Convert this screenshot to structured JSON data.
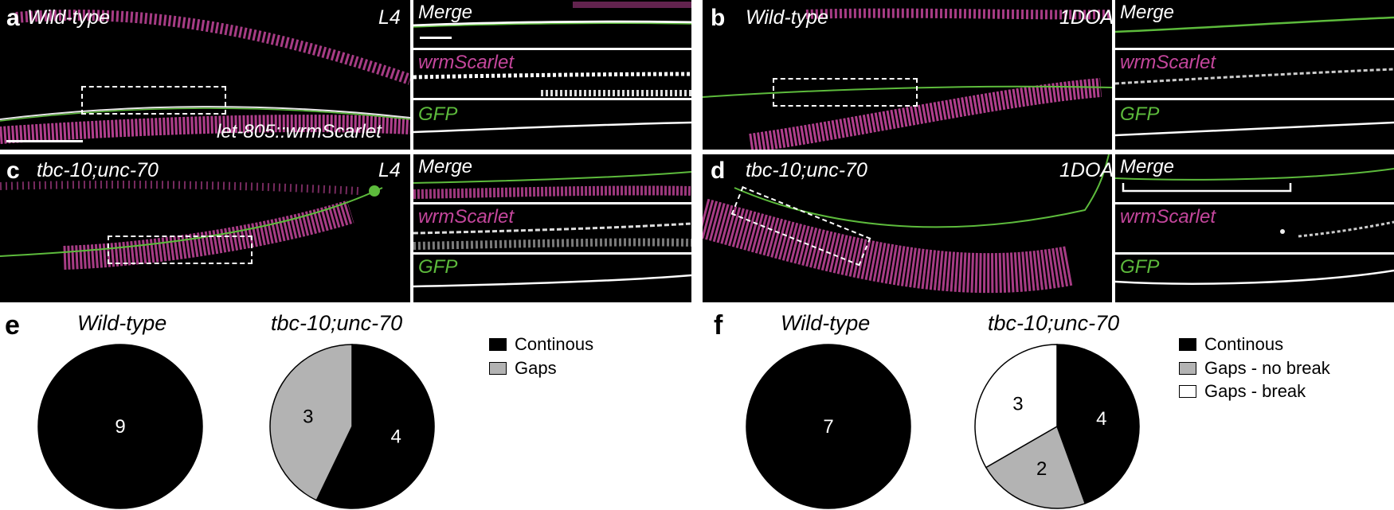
{
  "colors": {
    "magenta": "#c4469c",
    "green": "#5dbb3c",
    "gray": "#b3b3b3",
    "black": "#000000",
    "white": "#ffffff"
  },
  "panel_a": {
    "letter": "a",
    "genotype": "Wild-type",
    "stage": "L4",
    "allele": "let-805::wrmScarlet"
  },
  "panel_b": {
    "letter": "b",
    "genotype": "Wild-type",
    "stage": "1DOA"
  },
  "panel_c": {
    "letter": "c",
    "genotype": "tbc-10;unc-70",
    "stage": "L4"
  },
  "panel_d": {
    "letter": "d",
    "genotype": "tbc-10;unc-70",
    "stage": "1DOA"
  },
  "channels": {
    "merge": "Merge",
    "scarlet": "wrmScarlet",
    "gfp": "GFP"
  },
  "panel_e": {
    "letter": "e",
    "legend": [
      "Continous",
      "Gaps"
    ],
    "pies": [
      {
        "title": "Wild-type",
        "slices": [
          {
            "category": "Continous",
            "value": 9,
            "color": "#000000"
          }
        ]
      },
      {
        "title": "tbc-10;unc-70",
        "slices": [
          {
            "category": "Continous",
            "value": 4,
            "color": "#000000"
          },
          {
            "category": "Gaps",
            "value": 3,
            "color": "#b3b3b3"
          }
        ]
      }
    ]
  },
  "panel_f": {
    "letter": "f",
    "legend": [
      "Continous",
      "Gaps - no break",
      "Gaps - break"
    ],
    "pies": [
      {
        "title": "Wild-type",
        "slices": [
          {
            "category": "Continous",
            "value": 7,
            "color": "#000000"
          }
        ]
      },
      {
        "title": "tbc-10;unc-70",
        "slices": [
          {
            "category": "Continous",
            "value": 4,
            "color": "#000000"
          },
          {
            "category": "Gaps - no break",
            "value": 2,
            "color": "#b3b3b3"
          },
          {
            "category": "Gaps - break",
            "value": 3,
            "color": "#ffffff"
          }
        ]
      }
    ]
  },
  "chart_data": [
    {
      "type": "pie",
      "title": "Wild-type",
      "categories": [
        "Continous"
      ],
      "values": [
        9
      ]
    },
    {
      "type": "pie",
      "title": "tbc-10;unc-70",
      "categories": [
        "Continous",
        "Gaps"
      ],
      "values": [
        4,
        3
      ]
    },
    {
      "type": "pie",
      "title": "Wild-type",
      "categories": [
        "Continous"
      ],
      "values": [
        7
      ]
    },
    {
      "type": "pie",
      "title": "tbc-10;unc-70",
      "categories": [
        "Continous",
        "Gaps - no break",
        "Gaps - break"
      ],
      "values": [
        4,
        2,
        3
      ]
    }
  ]
}
